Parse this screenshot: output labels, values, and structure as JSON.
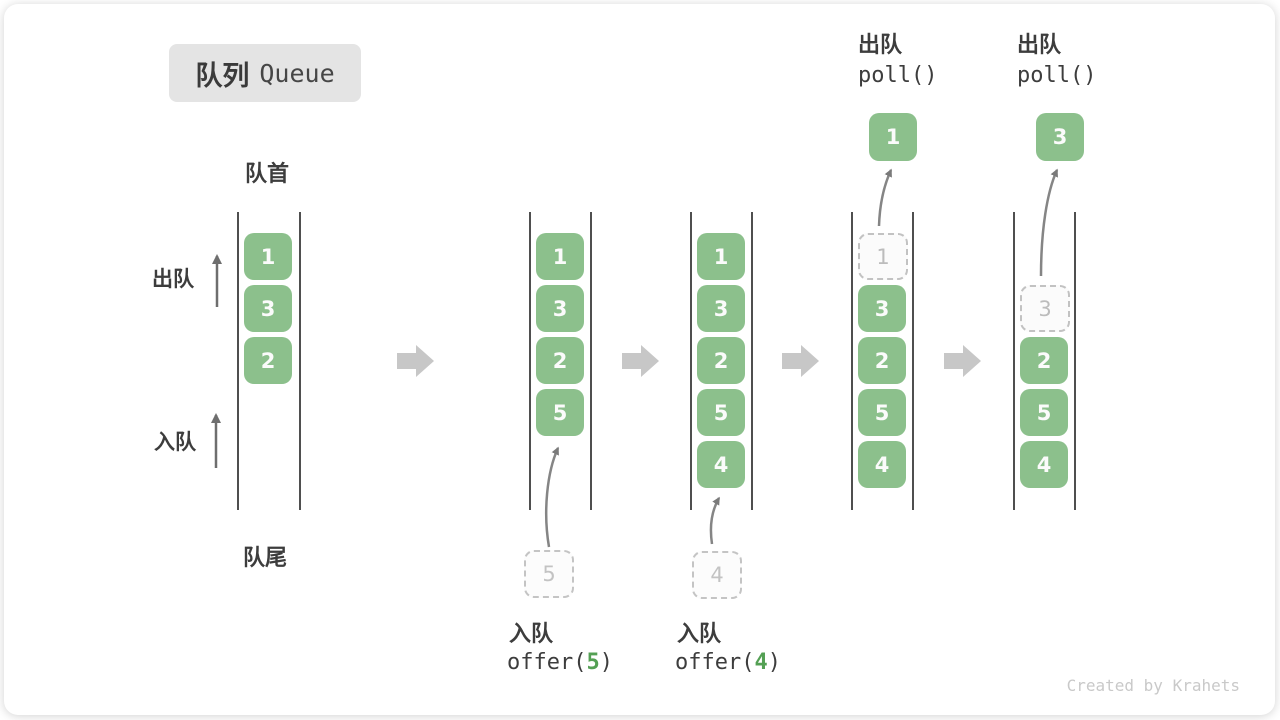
{
  "title": {
    "zh": "队列",
    "en": "Queue"
  },
  "side_labels": {
    "front": "队首",
    "rear": "队尾",
    "dequeue": "出队",
    "enqueue": "入队"
  },
  "top_ops": [
    {
      "label": "出队",
      "code": "poll()",
      "result": "1"
    },
    {
      "label": "出队",
      "code": "poll()",
      "result": "3"
    }
  ],
  "bottom_ops": [
    {
      "label": "入队",
      "fn": "offer(",
      "arg": "5",
      "close": ")"
    },
    {
      "label": "入队",
      "fn": "offer(",
      "arg": "4",
      "close": ")"
    }
  ],
  "queues": [
    {
      "slots": [
        {
          "v": "1"
        },
        {
          "v": "3"
        },
        {
          "v": "2"
        }
      ]
    },
    {
      "slots": [
        {
          "v": "1"
        },
        {
          "v": "3"
        },
        {
          "v": "2"
        },
        {
          "v": "5"
        }
      ],
      "pending": {
        "v": "5"
      }
    },
    {
      "slots": [
        {
          "v": "1"
        },
        {
          "v": "3"
        },
        {
          "v": "2"
        },
        {
          "v": "5"
        },
        {
          "v": "4"
        }
      ],
      "pending": {
        "v": "4"
      }
    },
    {
      "slots": [
        {
          "v": "1",
          "removed": true
        },
        {
          "v": "3"
        },
        {
          "v": "2"
        },
        {
          "v": "5"
        },
        {
          "v": "4"
        }
      ]
    },
    {
      "slots": [
        {
          "v": "3",
          "removed": true
        },
        {
          "v": "2"
        },
        {
          "v": "5"
        },
        {
          "v": "4"
        }
      ]
    }
  ],
  "credit": "Created by Krahets",
  "colors": {
    "box_green": "#8cc08c",
    "accent_green": "#54a054",
    "badge_gray": "#e4e4e4",
    "dashed_gray": "#c4c4c4",
    "arrow_gray": "#858585",
    "step_arrow_gray": "#c7c7c7",
    "text_dark": "#3d3d3d"
  }
}
